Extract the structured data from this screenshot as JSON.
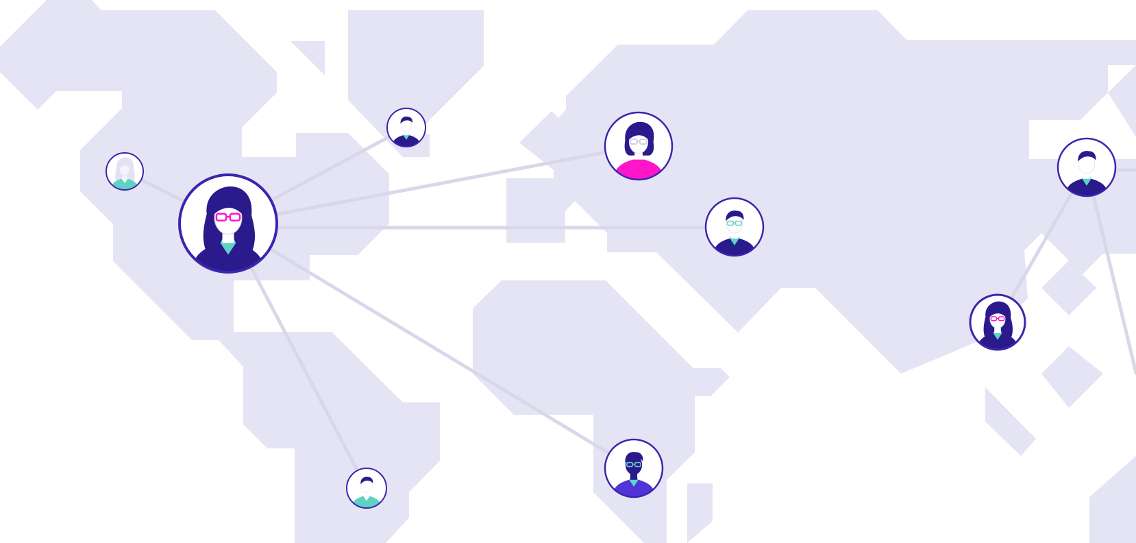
{
  "colors": {
    "land": "#e5e4f4",
    "line": "#d9d7ea",
    "ring": "#3b25ae",
    "navy": "#2a1a8c",
    "teal": "#5ed3c5",
    "magenta": "#ff16c8",
    "skin": "#ffffff",
    "light_figure": "#e3e2f2"
  },
  "avatars": [
    {
      "id": "hub",
      "icon": "woman-red-glasses-icon",
      "variant": "woman_long_hair",
      "glasses": "magenta",
      "shirt": "navy"
    },
    {
      "id": "west-small",
      "icon": "woman-light-icon",
      "variant": "woman_long_hair",
      "glasses": "none",
      "shirt": "teal",
      "light": true
    },
    {
      "id": "north-small",
      "icon": "man-icon",
      "variant": "man",
      "glasses": "none",
      "shirt": "navy"
    },
    {
      "id": "europe",
      "icon": "woman-pink-top-icon",
      "variant": "woman_bob",
      "glasses": "light",
      "shirt": "magenta"
    },
    {
      "id": "asia-center",
      "icon": "man-teal-glasses-icon",
      "variant": "man",
      "glasses": "teal",
      "shirt": "navy"
    },
    {
      "id": "africa",
      "icon": "man-dark-icon",
      "variant": "man_dark",
      "glasses": "teal",
      "shirt": "purple"
    },
    {
      "id": "south-america",
      "icon": "man-teal-shirt-icon",
      "variant": "man",
      "glasses": "none",
      "shirt": "teal"
    },
    {
      "id": "east-top",
      "icon": "man-icon",
      "variant": "man",
      "glasses": "none",
      "shirt": "navy"
    },
    {
      "id": "east-bottom",
      "icon": "woman-red-glasses-icon",
      "variant": "woman_long_hair",
      "glasses": "magenta",
      "shirt": "navy"
    }
  ],
  "connections": [
    {
      "from": "hub",
      "to": "west-small"
    },
    {
      "from": "hub",
      "to": "north-small"
    },
    {
      "from": "hub",
      "to": "europe"
    },
    {
      "from": "hub",
      "to": "asia-center"
    },
    {
      "from": "hub",
      "to": "africa"
    },
    {
      "from": "hub",
      "to": "south-america"
    },
    {
      "from": "east-top",
      "to": "east-bottom"
    },
    {
      "from": "east-top",
      "to": "offscreen-south"
    },
    {
      "from": "east-top",
      "to": "offscreen-east"
    }
  ]
}
